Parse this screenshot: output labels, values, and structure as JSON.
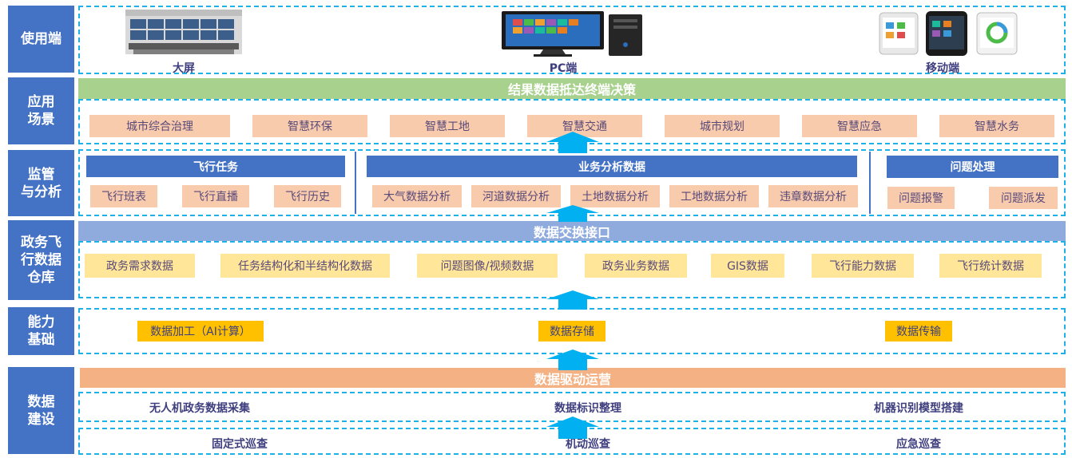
{
  "rows": {
    "usage": "使用端",
    "app": "应用\n场景",
    "monitor": "监管\n与分析",
    "warehouse": "政务飞\n行数据\n仓库",
    "capability": "能力\n基础",
    "construction": "数据\n建设"
  },
  "usage": {
    "devices": [
      {
        "label": "大屏",
        "icon": "control-room-screen-icon"
      },
      {
        "label": "PC端",
        "icon": "desktop-pc-icon"
      },
      {
        "label": "移动端",
        "icon": "mobile-phones-icon"
      }
    ]
  },
  "app": {
    "banner": "结果数据抵达终端决策",
    "items": [
      "城市综合治理",
      "智慧环保",
      "智慧工地",
      "智慧交通",
      "城市规划",
      "智慧应急",
      "智慧水务"
    ]
  },
  "monitor": {
    "flight": {
      "title": "飞行任务",
      "items": [
        "飞行班表",
        "飞行直播",
        "飞行历史"
      ]
    },
    "business": {
      "title": "业务分析数据",
      "items": [
        "大气数据分析",
        "河道数据分析",
        "土地数据分析",
        "工地数据分析",
        "违章数据分析"
      ]
    },
    "issue": {
      "title": "问题处理",
      "items": [
        "问题报警",
        "问题派发"
      ]
    }
  },
  "warehouse": {
    "banner": "数据交换接口",
    "items": [
      "政务需求数据",
      "任务结构化和半结构化数据",
      "问题图像/视频数据",
      "政务业务数据",
      "GIS数据",
      "飞行能力数据",
      "飞行统计数据"
    ]
  },
  "capability": {
    "items": [
      "数据加工（AI计算）",
      "数据存储",
      "数据传输"
    ]
  },
  "construction": {
    "banner": "数据驱动运营",
    "row1": [
      "无人机政务数据采集",
      "数据标识整理",
      "机器识别模型搭建"
    ],
    "row2": [
      "固定式巡查",
      "机动巡查",
      "应急巡查"
    ]
  },
  "colors": {
    "label_blue": "#4472c4",
    "dash_cyan": "#1fb0e6",
    "arrow_cyan": "#00b0f0",
    "green_banner": "#a9d18e",
    "periwinkle_banner": "#8faadc",
    "orange_banner": "#f4b183"
  }
}
